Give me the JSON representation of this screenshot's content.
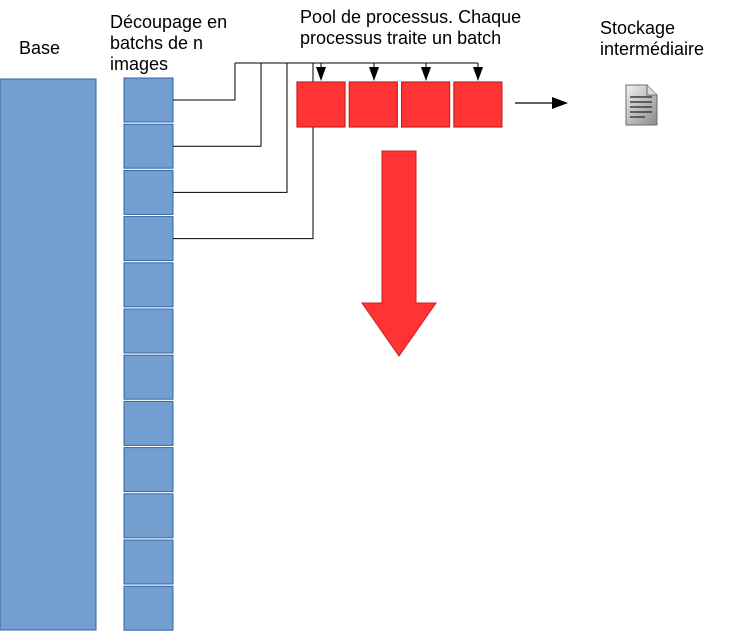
{
  "labels": {
    "base": "Base",
    "batching": "Découpage en\nbatchs de n\nimages",
    "pool": "Pool de processus. Chaque\nprocessus traite un batch",
    "storage": "Stockage\nintermédiaire"
  },
  "base_block": {
    "color": "#729fcf",
    "border": "#3465a4"
  },
  "batches": {
    "count": 12,
    "color": "#729fcf",
    "border": "#3465a4",
    "connected": 4
  },
  "processes": {
    "count": 4,
    "color": "#ff3333",
    "border": "#c9211e"
  },
  "big_arrow": {
    "color": "#ff3333",
    "border": "#c9211e",
    "direction": "down"
  },
  "storage_icon": "document-icon"
}
